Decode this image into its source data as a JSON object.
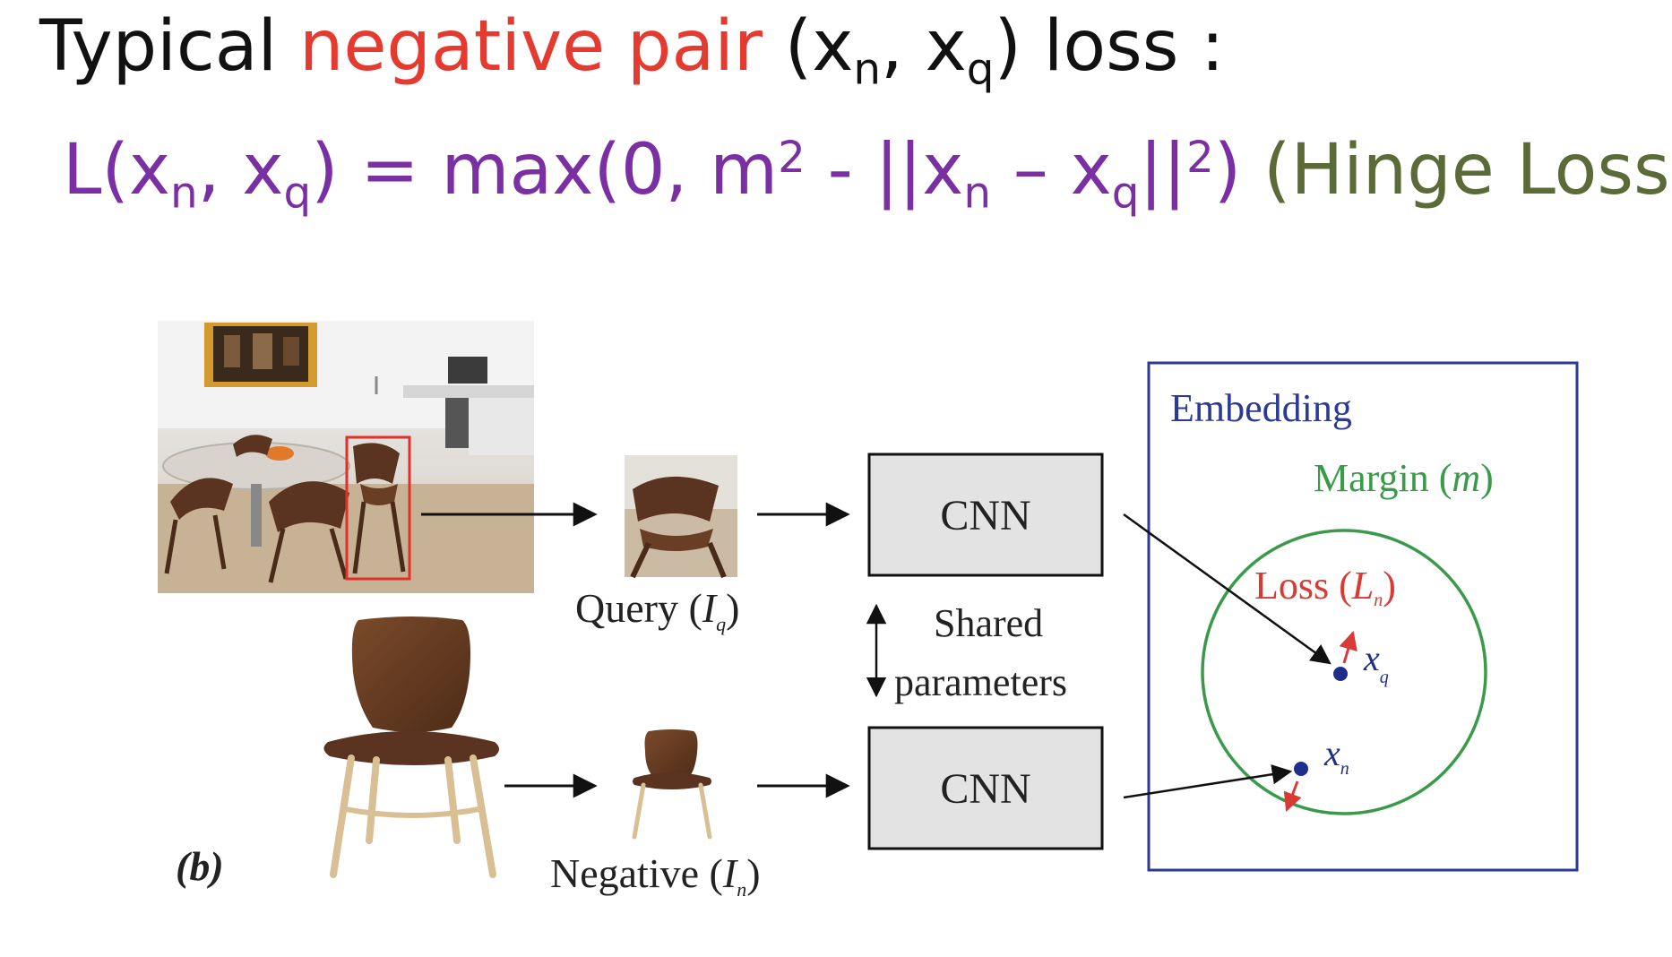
{
  "title": {
    "prefix": "Typical ",
    "highlight": "negative pair",
    "pair_open": " (x",
    "sub_n": "n",
    "comma": ", x",
    "sub_q": "q",
    "suffix": ") loss :"
  },
  "equation": {
    "t1": "L(x",
    "s1": "n",
    "t2": ", x",
    "s2": "q",
    "t3": ") = max(0, m",
    "sup1": "2",
    "t4": " - ||x",
    "s3": "n",
    "t5": " – x",
    "s4": "q",
    "t6": "||",
    "sup2": "2",
    "t7": ") ",
    "hinge_label": "(Hinge Loss)"
  },
  "diagram": {
    "query_label": "Query (",
    "query_sym": "I",
    "query_sub": "q",
    "query_close": ")",
    "negative_label": "Negative (",
    "negative_sym": "I",
    "negative_sub": "n",
    "negative_close": ")",
    "cnn_top": "CNN",
    "cnn_bottom": "CNN",
    "shared_line1": "Shared",
    "shared_line2": "parameters",
    "panel_tag": "(b)",
    "embedding_title": "Embedding",
    "margin_text": "Margin (",
    "margin_sym": "m",
    "margin_close": ")",
    "loss_text": "Loss (",
    "loss_sym": "L",
    "loss_sub": "n",
    "loss_close": ")",
    "xq_sym": "x",
    "xq_sub": "q",
    "xn_sym": "x",
    "xn_sub": "n"
  },
  "colors": {
    "title_text": "#111111",
    "negative_highlight": "#e53a2f",
    "equation_purple": "#7a2fa3",
    "hinge_green": "#5a6b38",
    "embedding_blue": "#2b3a93",
    "margin_green": "#3a9a4a",
    "loss_red": "#d83a36",
    "cnn_box_fill": "#e3e3e3"
  }
}
